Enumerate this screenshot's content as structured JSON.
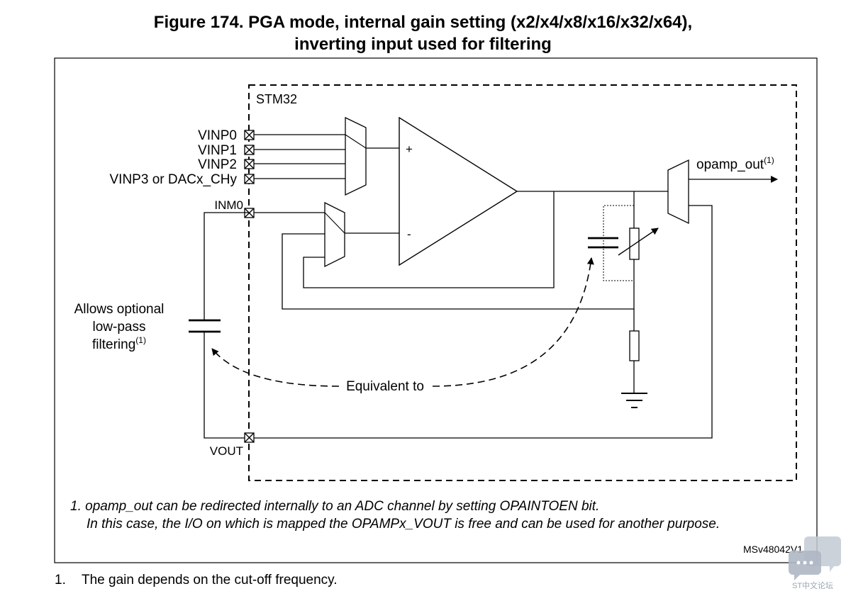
{
  "figure": {
    "title_line1": "Figure 174. PGA mode, internal gain setting (x2/x4/x8/x16/x32/x64),",
    "title_line2": "inverting input used for filtering"
  },
  "diagram": {
    "chip_label": "STM32",
    "inputs": [
      "VINP0",
      "VINP1",
      "VINP2",
      "VINP3 or DACx_CHy"
    ],
    "inm_label": "INM0",
    "vout_label": "VOUT",
    "output_label": "opamp_out",
    "output_superscript": "(1)",
    "plus_label": "+",
    "minus_label": "-",
    "filter_note_lines": [
      "Allows optional",
      "low-pass",
      "filtering"
    ],
    "filter_note_superscript": "(1)",
    "equivalent_label": "Equivalent to",
    "note_lines": [
      "1. opamp_out can be redirected internally to an ADC channel by setting OPAINTOEN bit.",
      "In this case, the I/O on which is mapped the OPAMPx_VOUT is free and can be used for another purpose."
    ],
    "figure_code": "MSv48042V1"
  },
  "footer": {
    "number": "1.",
    "text": "The gain depends on the cut-off frequency."
  },
  "watermark": {
    "text": "ST中文论坛",
    "icon": "chat-bubble-icon"
  }
}
